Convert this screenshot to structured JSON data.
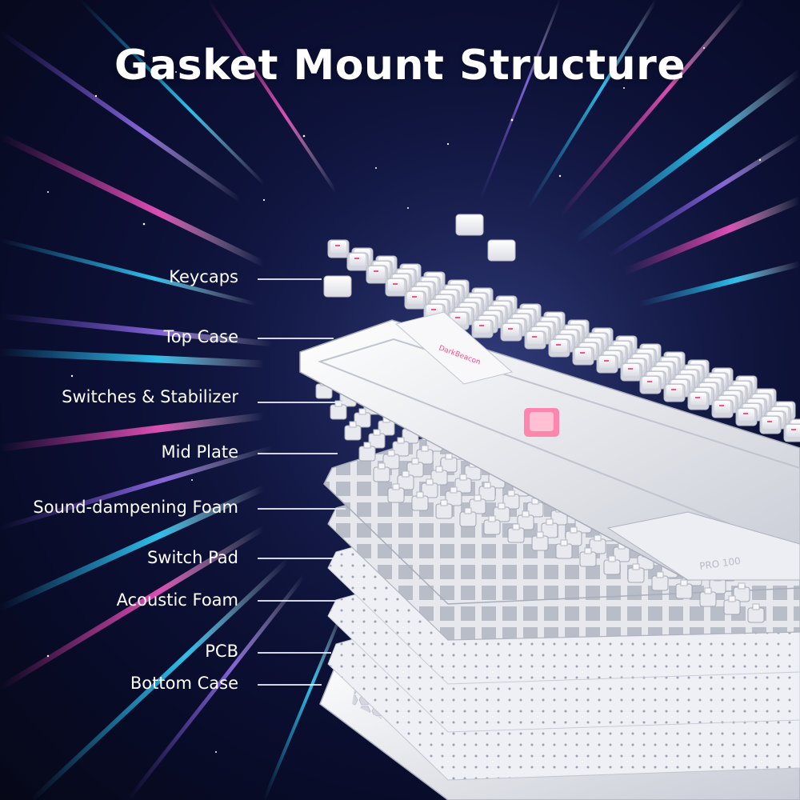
{
  "title": "Gasket Mount Structure",
  "layers": [
    {
      "id": "keycaps",
      "label": "Keycaps"
    },
    {
      "id": "top-case",
      "label": "Top Case"
    },
    {
      "id": "switches",
      "label": "Switches & Stabilizer"
    },
    {
      "id": "mid-plate",
      "label": "Mid Plate"
    },
    {
      "id": "foam",
      "label": "Sound-dampening Foam"
    },
    {
      "id": "switch-pad",
      "label": "Switch Pad"
    },
    {
      "id": "acoustic-foam",
      "label": "Acoustic Foam"
    },
    {
      "id": "pcb",
      "label": "PCB"
    },
    {
      "id": "bottom-case",
      "label": "Bottom Case"
    }
  ],
  "keyboard": {
    "brand_text": "DarkBeacon",
    "model_text": "PRO 100",
    "accent_color": "#ff4f86",
    "body_color": "#f2f3f7"
  }
}
